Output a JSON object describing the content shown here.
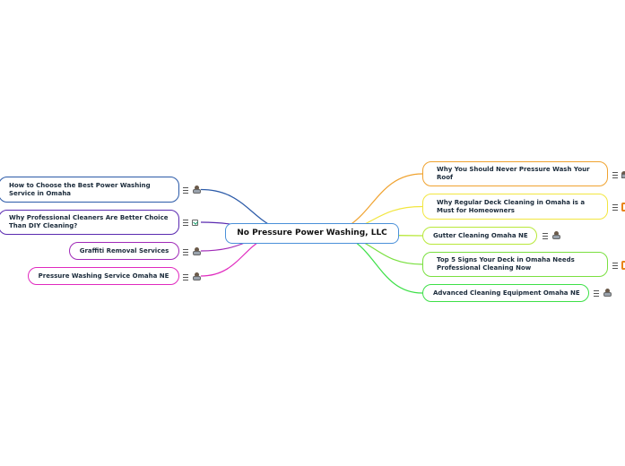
{
  "center": {
    "label": "No Pressure Power Washing, LLC",
    "color": "#4a90d9"
  },
  "left_topics": [
    {
      "label": "How to Choose the Best Power Washing Service in Omaha",
      "color": "#2b5aa8",
      "icons": [
        "menu-icon",
        "person-icon"
      ]
    },
    {
      "label": "Why Professional Cleaners Are Better Choice Than DIY Cleaning?",
      "color": "#5a2ab0",
      "icons": [
        "menu-icon",
        "note-icon"
      ]
    },
    {
      "label": "Graffiti Removal Services",
      "color": "#a02ab8",
      "icons": [
        "menu-icon",
        "person-icon"
      ]
    },
    {
      "label": "Pressure Washing Service Omaha NE",
      "color": "#e02abf",
      "icons": [
        "menu-icon",
        "person-icon"
      ]
    }
  ],
  "right_topics": [
    {
      "label": "Why You Should Never Pressure Wash Your Roof",
      "color": "#f0a330",
      "icons": [
        "menu-icon",
        "small-person-icon"
      ]
    },
    {
      "label": "Why Regular Deck Cleaning in Omaha is a Must for Homeowners",
      "color": "#f2e640",
      "icons": [
        "menu-icon",
        "orange-icon"
      ]
    },
    {
      "label": "Gutter Cleaning Omaha NE",
      "color": "#b8e83a",
      "icons": [
        "menu-icon",
        "person-icon"
      ]
    },
    {
      "label": "Top 5 Signs Your Deck in Omaha Needs Professional Cleaning Now",
      "color": "#7ae040",
      "icons": [
        "menu-icon",
        "orange-icon"
      ]
    },
    {
      "label": "Advanced Cleaning Equipment Omaha NE",
      "color": "#3ee048",
      "icons": [
        "menu-icon",
        "person-icon"
      ]
    }
  ]
}
